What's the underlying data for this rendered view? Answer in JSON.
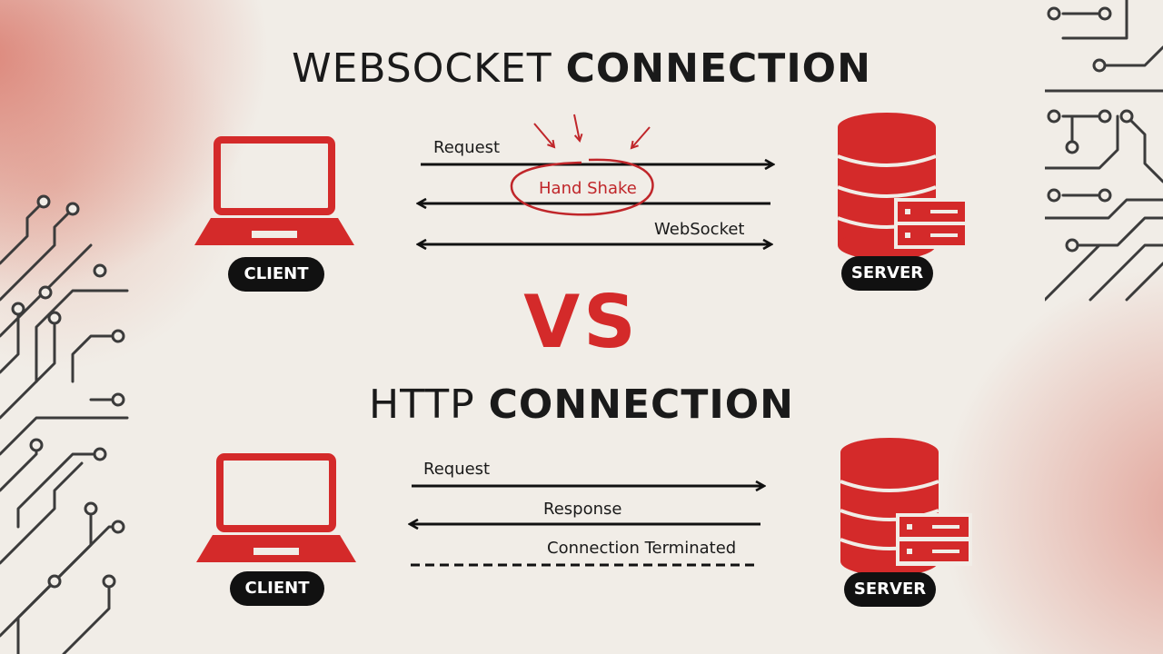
{
  "websocket": {
    "title_light": "WEBSOCKET",
    "title_bold": "CONNECTION",
    "client_label": "CLIENT",
    "server_label": "SERVER",
    "arrows": {
      "request": "Request",
      "handshake": "Hand Shake",
      "websocket": "WebSocket"
    }
  },
  "vs_text": "VS",
  "http": {
    "title_light": "HTTP",
    "title_bold": "CONNECTION",
    "client_label": "CLIENT",
    "server_label": "SERVER",
    "arrows": {
      "request": "Request",
      "response": "Response",
      "terminated": "Connection Terminated"
    }
  },
  "colors": {
    "accent_red": "#d42a2a",
    "text_dark": "#1a1a1a",
    "pill_bg": "#111111",
    "background": "#f1ede7"
  },
  "icons": [
    "laptop-icon",
    "server-database-icon",
    "circuit-decoration"
  ]
}
